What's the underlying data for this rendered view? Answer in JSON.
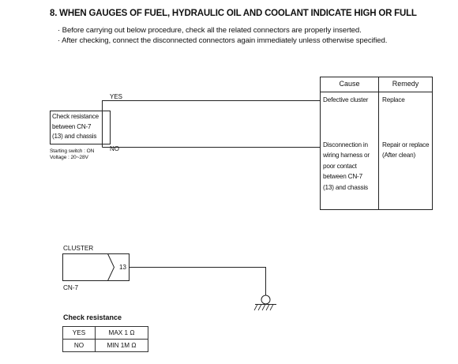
{
  "heading": "8. WHEN GAUGES OF FUEL, HYDRAULIC OIL AND COOLANT INDICATE HIGH OR FULL",
  "bullets": [
    "· Before carrying out below procedure, check all the related connectors are properly inserted.",
    "· After checking, connect the disconnected connectors again immediately unless otherwise specified."
  ],
  "check_box": {
    "lines": [
      "Check resistance",
      "between CN-7",
      "(13) and chassis"
    ]
  },
  "check_conditions": [
    "Starting switch : ON",
    "Voltage : 20~28V"
  ],
  "branch_labels": {
    "yes": "YES",
    "no": "NO"
  },
  "cause_table": {
    "headers": {
      "cause": "Cause",
      "remedy": "Remedy"
    },
    "rows": [
      {
        "cause": [
          "Defective cluster"
        ],
        "remedy": [
          "Replace"
        ]
      },
      {
        "cause": [
          "Disconnection in",
          "wiring harness or",
          "poor contact",
          "between CN-7",
          "(13) and chassis"
        ],
        "remedy": [
          "Repair or replace",
          "(After clean)"
        ]
      }
    ]
  },
  "circuit": {
    "component": "CLUSTER",
    "connector": "CN-7",
    "pin": "13"
  },
  "resistance": {
    "title": "Check resistance",
    "rows": [
      {
        "condition": "YES",
        "value": "MAX 1 Ω"
      },
      {
        "condition": "NO",
        "value": "MIN 1M Ω"
      }
    ]
  }
}
